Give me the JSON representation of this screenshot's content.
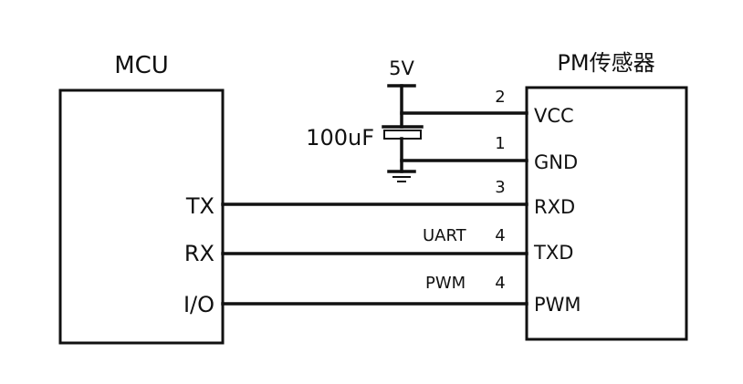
{
  "mcu": {
    "title": "MCU",
    "pins": [
      "TX",
      "RX",
      "I/O"
    ]
  },
  "sensor": {
    "title": "PM传感器",
    "pins": [
      "VCC",
      "GND",
      "RXD",
      "TXD",
      "PWM"
    ]
  },
  "power": {
    "supply_label": "5V",
    "capacitor_label": "100uF"
  },
  "wires": {
    "vcc_number": "2",
    "gnd_number": "1",
    "rxd_number": "3",
    "txd_number": "4",
    "pwm_number": "4",
    "uart_label": "UART",
    "pwm_label": "PWM"
  }
}
